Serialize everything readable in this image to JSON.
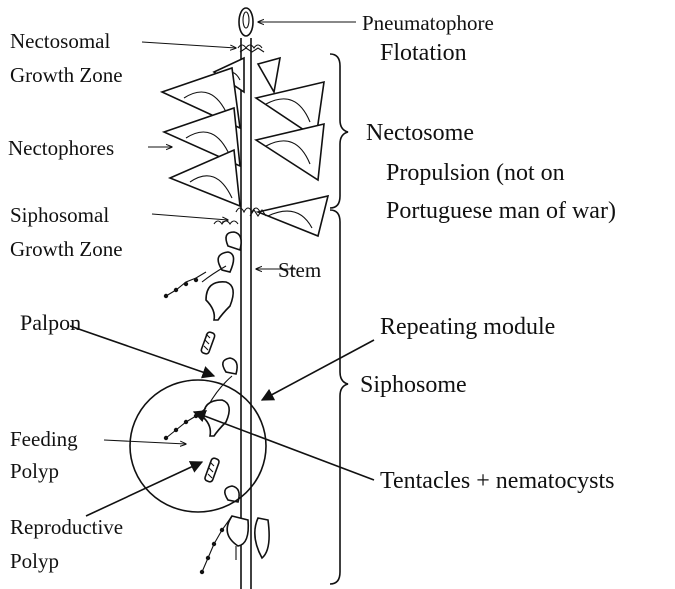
{
  "labels": {
    "pneumatophore": "Pneumatophore",
    "flotation": "Flotation",
    "nectosomal_growth_zone_1": "Nectosomal",
    "nectosomal_growth_zone_2": "Growth Zone",
    "nectophores": "Nectophores",
    "nectosome": "Nectosome",
    "propulsion_1": "Propulsion (not on",
    "propulsion_2": "Portuguese man of war)",
    "siphosomal_growth_zone_1": "Siphosomal",
    "siphosomal_growth_zone_2": "Growth Zone",
    "stem": "Stem",
    "palpon": "Palpon",
    "repeating_module": "Repeating module",
    "siphosome": "Siphosome",
    "feeding_polyp_1": "Feeding",
    "feeding_polyp_2": "Polyp",
    "tentacles_nematocysts": "Tentacles + nematocysts",
    "reproductive_polyp_1": "Reproductive",
    "reproductive_polyp_2": "Polyp"
  }
}
